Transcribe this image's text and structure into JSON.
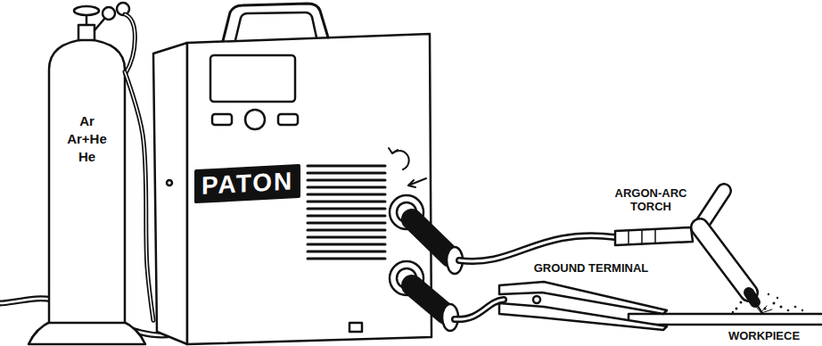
{
  "diagram": {
    "nodes": [
      {
        "text": [
          "Ar",
          "Ar+He",
          "He"
        ]
      },
      {
        "text": [
          "PATON"
        ]
      }
    ],
    "edges": [
      {
        "from": 0,
        "to": 1,
        "arrow": "none"
      }
    ],
    "labels": [
      "ARGON-ARC TORCH",
      "GROUND TERMINAL",
      "WORKPIECE"
    ]
  }
}
